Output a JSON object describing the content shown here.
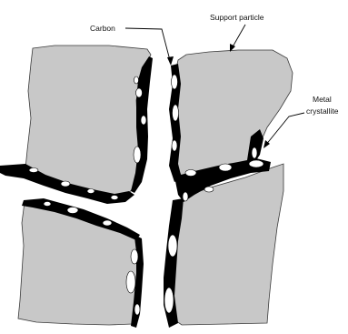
{
  "labels": {
    "carbon": "Carbon",
    "support_particle": "Support particle",
    "metal_line1": "Metal",
    "metal_line2": "crystallite"
  },
  "colors": {
    "particle_fill": "#c8c8c8",
    "carbon_fill": "#000000",
    "crystallite_fill": "#ffffff"
  }
}
